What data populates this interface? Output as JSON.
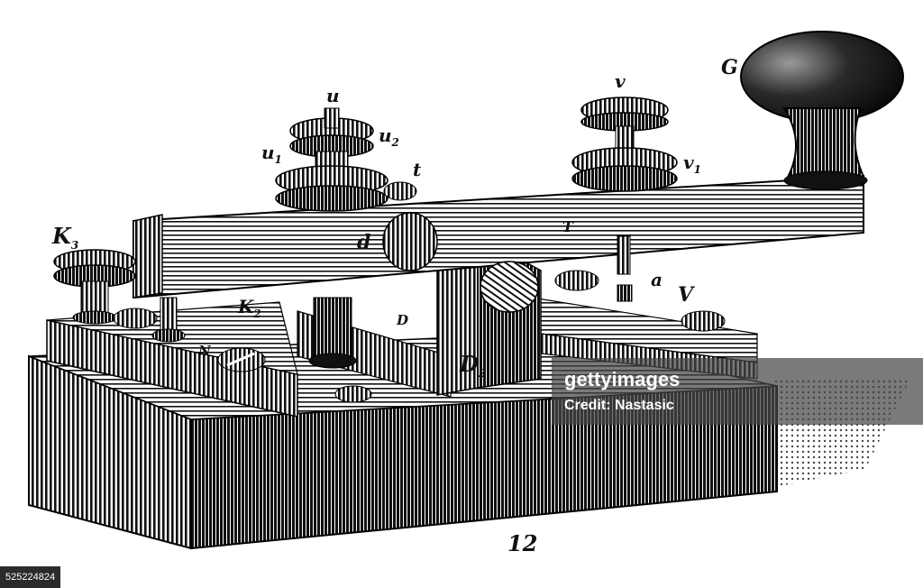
{
  "labels": {
    "u": "u",
    "u1": "u",
    "u1_sub": "1",
    "u2": "u",
    "u2_sub": "2",
    "t": "t",
    "v": "v",
    "v1": "v",
    "v1_sub": "1",
    "G": "G",
    "K3": "K",
    "K3_sub": "3",
    "d": "d",
    "T": "T",
    "K2": "K",
    "K2_sub": "2",
    "D": "D",
    "a": "a",
    "V": "V",
    "N": "N",
    "D2": "D",
    "D2_sub": "2"
  },
  "figure_number": "12",
  "watermark": {
    "brand": "gettyimages",
    "credit": "Credit: Nastasic"
  },
  "image_id": "525224824"
}
